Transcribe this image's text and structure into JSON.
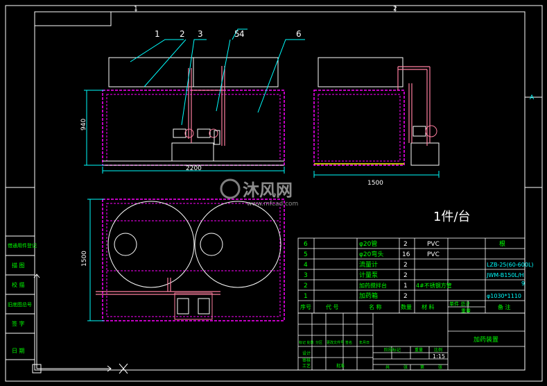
{
  "drawing": {
    "border_zone_top": [
      "1",
      "2"
    ],
    "border_zone_right": "A",
    "callouts": [
      "1",
      "2",
      "3",
      "4",
      "5",
      "6"
    ],
    "dimensions": {
      "front_width": "2200",
      "front_height": "940",
      "side_width": "1500",
      "plan_height": "1500"
    },
    "quantity_note": "1件/台",
    "watermark_text": "沐风网",
    "watermark_url": "www.mfcad.com"
  },
  "left_block": [
    "借通用件登记",
    "描 图",
    "校 描",
    "旧底图总号",
    "签 字",
    "日 期"
  ],
  "bom": {
    "rows": [
      {
        "no": "6",
        "code": "",
        "name": "φ20管",
        "qty": "2",
        "material": "PVC",
        "note": "根"
      },
      {
        "no": "5",
        "code": "",
        "name": "φ20弯头",
        "qty": "16",
        "material": "PVC",
        "note": ""
      },
      {
        "no": "4",
        "code": "",
        "name": "流量计",
        "qty": "2",
        "material": "",
        "note": "LZB-25(60-600L)"
      },
      {
        "no": "3",
        "code": "",
        "name": "计量泵",
        "qty": "2",
        "material": "",
        "note": "JWM-B150L/H"
      },
      {
        "no": "2",
        "code": "",
        "name": "加药搅拌台",
        "qty": "1",
        "material": "4#不锈钢方管",
        "note": "9"
      },
      {
        "no": "1",
        "code": "",
        "name": "加药箱",
        "qty": "2",
        "material": "",
        "note": "φ1030*1110"
      }
    ],
    "header": [
      "序号",
      "代 号",
      "名 称",
      "数量",
      "材 料",
      "单件 总计",
      "备 注"
    ],
    "header_sub": "重量"
  },
  "title_block": {
    "name": "加药装置",
    "left_rows": [
      "标记 处数",
      "设计",
      "审核",
      "工艺"
    ],
    "left_cols": [
      "分区",
      "更改文件号",
      "签名",
      "年月日"
    ],
    "mid_labels": [
      "阶段标记",
      "重量",
      "比例"
    ],
    "scale": "1:15",
    "sheet_labels": [
      "共",
      "张",
      "第",
      "张"
    ],
    "approve_label": "批准"
  },
  "colors": {
    "frame": "#ffffff",
    "tank": "#ff00ff",
    "pipe": "#ff7fa0",
    "leader": "#00ffff",
    "dims": "#00ffff",
    "table": "#ffffff",
    "table_text": "#00ff00",
    "edge_yellow": "#ffff00"
  }
}
